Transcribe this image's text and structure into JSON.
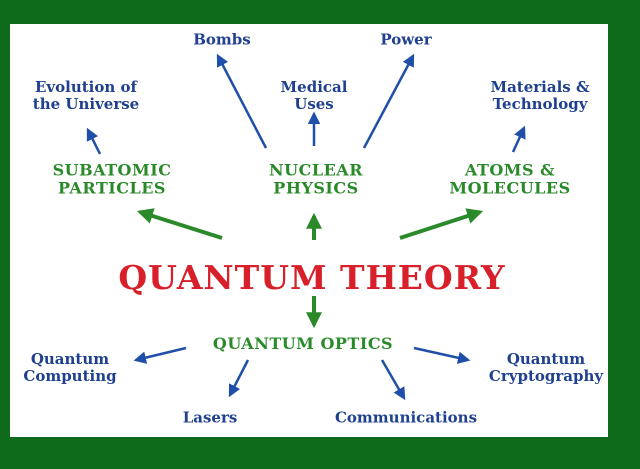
{
  "center": "QUANTUM THEORY",
  "branches": {
    "subatomic": [
      "SUBATOMIC",
      "PARTICLES"
    ],
    "nuclear": [
      "NUCLEAR",
      "PHYSICS"
    ],
    "atoms": [
      "ATOMS &",
      "MOLECULES"
    ],
    "optics": "QUANTUM OPTICS"
  },
  "leaves": {
    "evolution": [
      "Evolution of",
      "the Universe"
    ],
    "bombs": "Bombs",
    "medical": [
      "Medical",
      "Uses"
    ],
    "power": "Power",
    "materials": [
      "Materials &",
      "Technology"
    ],
    "computing": [
      "Quantum",
      "Computing"
    ],
    "lasers": "Lasers",
    "communications": "Communications",
    "cryptography": [
      "Quantum",
      "Cryptography"
    ]
  },
  "colors": {
    "background": "#0e6b1c",
    "panel": "#ffffff",
    "center_text": "#d8202a",
    "branch_text": "#2a8a2a",
    "leaf_text": "#1f3f8f",
    "branch_arrow": "#2a8a2a",
    "leaf_arrow": "#1f4fa8"
  }
}
